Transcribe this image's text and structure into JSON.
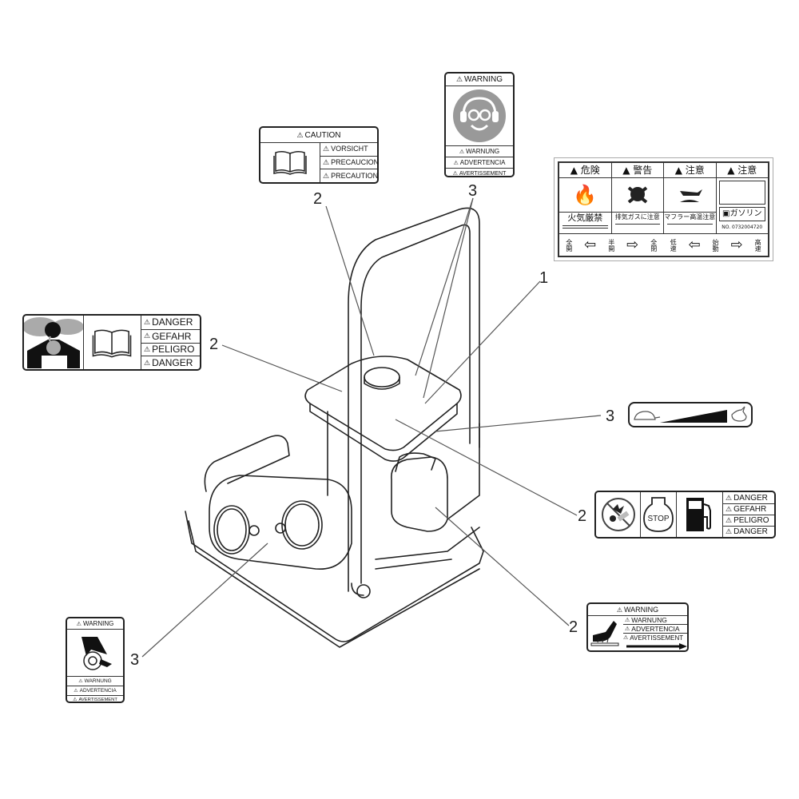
{
  "title": "Warning decal locations - plate compactor",
  "callouts": [
    {
      "id": "c1",
      "label": "1"
    },
    {
      "id": "c2a",
      "label": "2"
    },
    {
      "id": "c2b",
      "label": "2"
    },
    {
      "id": "c2c",
      "label": "2"
    },
    {
      "id": "c2d",
      "label": "2"
    },
    {
      "id": "c3a",
      "label": "3"
    },
    {
      "id": "c3b",
      "label": "3"
    },
    {
      "id": "c3c",
      "label": "3"
    }
  ],
  "decals": {
    "caution_manual": {
      "header": "CAUTION",
      "rows": [
        "VORSICHT",
        "PRECAUCION",
        "PRECAUTION"
      ],
      "icon": "book-icon"
    },
    "warning_ppe": {
      "header": "WARNING",
      "rows": [
        "WARNUNG",
        "ADVERTENCIA",
        "AVERTISSEMENT"
      ],
      "icon": "ear-eye-protection-icon"
    },
    "japanese_panel": {
      "headers": [
        "危険",
        "警告",
        "注意",
        "注意"
      ],
      "captions": [
        "火気厳禁",
        "排気ガスに注意",
        "マフラー高温注意",
        "ガソリン"
      ],
      "part_number": "NO. 0732004720",
      "arrows": [
        "全開",
        "半開",
        "全閉",
        "低速",
        "始動",
        "高速"
      ]
    },
    "danger_exhaust": {
      "rows": [
        "DANGER",
        "GEFAHR",
        "PELIGRO",
        "DANGER"
      ],
      "icons": [
        "toxic-fumes-icon",
        "book-icon"
      ]
    },
    "throttle": {
      "icons": [
        "turtle-slow-icon",
        "throttle-ramp-icon",
        "rabbit-fast-icon"
      ]
    },
    "danger_fuel": {
      "rows": [
        "DANGER",
        "GEFAHR",
        "PELIGRO",
        "DANGER"
      ],
      "icons": [
        "no-flame-icon",
        "stop-engine-icon",
        "fuel-pump-icon"
      ]
    },
    "warning_hot": {
      "header": "WARNING",
      "rows": [
        "WARNUNG",
        "ADVERTENCIA",
        "AVERTISSEMENT"
      ],
      "icon": "hot-surface-hand-icon"
    },
    "warning_belt": {
      "header": "WARNING",
      "rows": [
        "WARNUNG",
        "ADVERTENCIA",
        "AVERTISSEMENT"
      ],
      "icon": "belt-entanglement-hand-icon"
    }
  }
}
